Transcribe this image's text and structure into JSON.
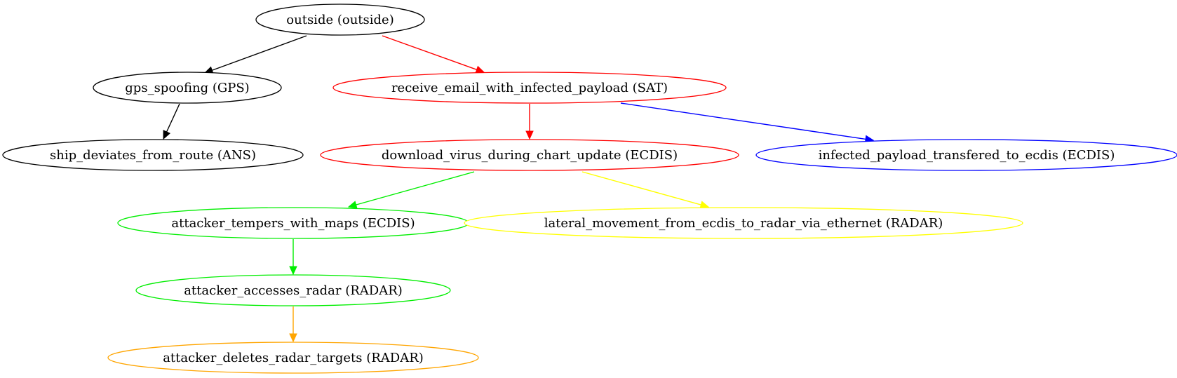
{
  "diagram": {
    "type": "directed-graph",
    "nodes": [
      {
        "id": "outside",
        "label": "outside (outside)",
        "color": "#000000"
      },
      {
        "id": "gps",
        "label": "gps_spoofing (GPS)",
        "color": "#000000"
      },
      {
        "id": "receive",
        "label": "receive_email_with_infected_payload (SAT)",
        "color": "#ff0000"
      },
      {
        "id": "ship",
        "label": "ship_deviates_from_route (ANS)",
        "color": "#000000"
      },
      {
        "id": "download",
        "label": "download_virus_during_chart_update (ECDIS)",
        "color": "#ff0000"
      },
      {
        "id": "infected",
        "label": "infected_payload_transfered_to_ecdis (ECDIS)",
        "color": "#0000ff"
      },
      {
        "id": "tempers",
        "label": "attacker_tempers_with_maps (ECDIS)",
        "color": "#00ee00"
      },
      {
        "id": "lateral",
        "label": "lateral_movement_from_ecdis_to_radar_via_ethernet (RADAR)",
        "color": "#ffff00"
      },
      {
        "id": "accesses",
        "label": "attacker_accesses_radar (RADAR)",
        "color": "#00ee00"
      },
      {
        "id": "deletes",
        "label": "attacker_deletes_radar_targets (RADAR)",
        "color": "#ffa500"
      }
    ],
    "edges": [
      {
        "from": "outside",
        "to": "gps",
        "color": "#000000"
      },
      {
        "from": "outside",
        "to": "receive",
        "color": "#ff0000"
      },
      {
        "from": "gps",
        "to": "ship",
        "color": "#000000"
      },
      {
        "from": "receive",
        "to": "download",
        "color": "#ff0000"
      },
      {
        "from": "receive",
        "to": "infected",
        "color": "#0000ff"
      },
      {
        "from": "download",
        "to": "tempers",
        "color": "#00ee00"
      },
      {
        "from": "download",
        "to": "lateral",
        "color": "#ffff00"
      },
      {
        "from": "tempers",
        "to": "accesses",
        "color": "#00ee00"
      },
      {
        "from": "accesses",
        "to": "deletes",
        "color": "#ffa500"
      }
    ]
  }
}
